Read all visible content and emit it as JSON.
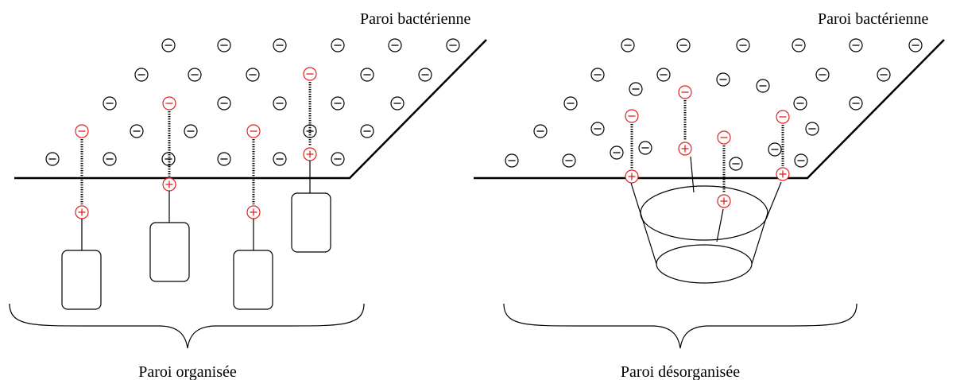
{
  "left_panel": {
    "wall_label": "Paroi bactérienne",
    "caption": "Paroi organisée"
  },
  "right_panel": {
    "wall_label": "Paroi bactérienne",
    "caption": "Paroi désorganisée"
  },
  "symbols": {
    "negative": "⊖",
    "positive": "⊕"
  },
  "colors": {
    "line": "#000000",
    "charged_ion": "#e02020"
  }
}
